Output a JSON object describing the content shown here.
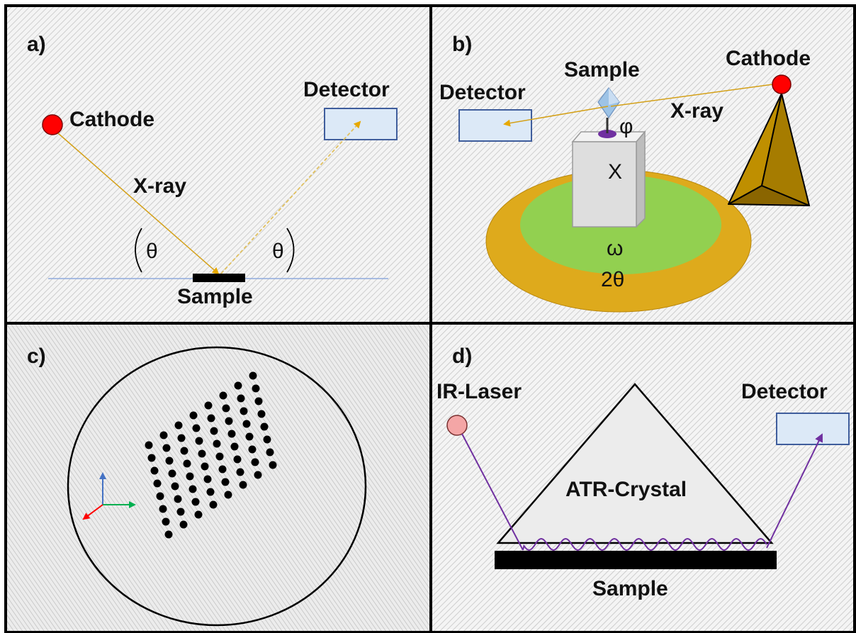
{
  "panels": {
    "a": {
      "label": "a)",
      "cathode": "Cathode",
      "detector": "Detector",
      "xray": "X-ray",
      "theta_left": "θ",
      "theta_right": "θ",
      "sample": "Sample"
    },
    "b": {
      "label": "b)",
      "sample": "Sample",
      "cathode": "Cathode",
      "detector": "Detector",
      "xray": "X-ray",
      "phi": "φ",
      "chi": "Χ",
      "omega": "ω",
      "two_theta": "2θ"
    },
    "c": {
      "label": "c)"
    },
    "d": {
      "label": "d)",
      "laser": "IR-Laser",
      "detector": "Detector",
      "crystal": "ATR-Crystal",
      "sample": "Sample"
    }
  },
  "colors": {
    "cathode": "#ff0000",
    "xray": "#d4a017",
    "detector_fill": "#dce9f7",
    "detector_stroke": "#3f5d9c",
    "ring_outer": "#deaa1c",
    "ring_inner": "#92d050",
    "pyramid": "#bf8f00",
    "laser": "#f4a6a6",
    "ir_beam": "#7030a0",
    "sample_bar": "#000000",
    "axis_blue": "#4472c4",
    "axis_green": "#00b050",
    "axis_red": "#ff0000"
  }
}
